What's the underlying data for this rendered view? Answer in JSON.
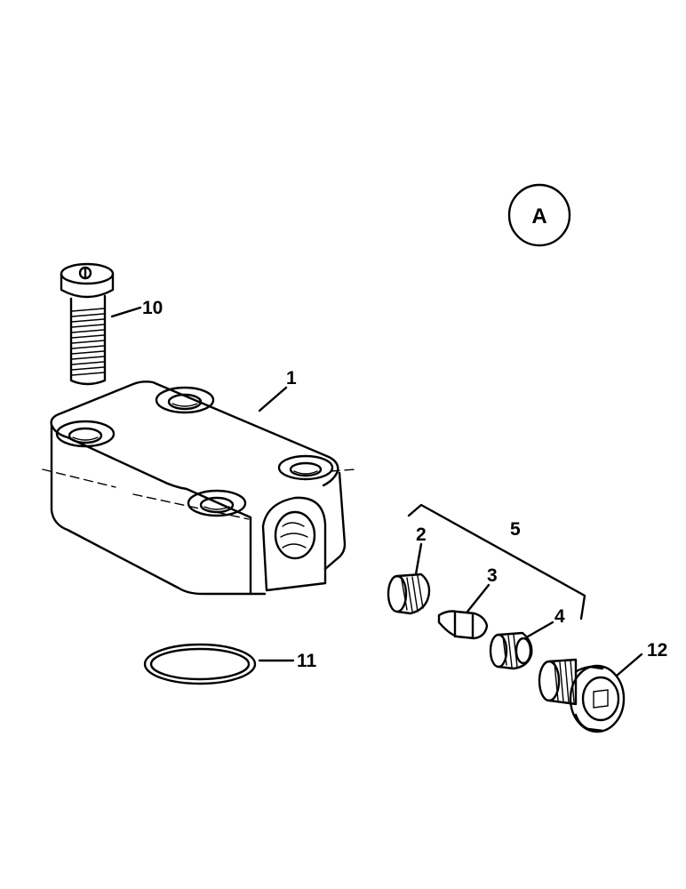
{
  "view_marker": "A",
  "callouts": {
    "housing": "1",
    "plug_a": "2",
    "valve_pin": "3",
    "plug_b": "4",
    "valve_kit": "5",
    "screw": "10",
    "o_ring": "11",
    "cap_screw": "12"
  },
  "colors": {
    "ink": "#000000",
    "paper": "#ffffff"
  }
}
